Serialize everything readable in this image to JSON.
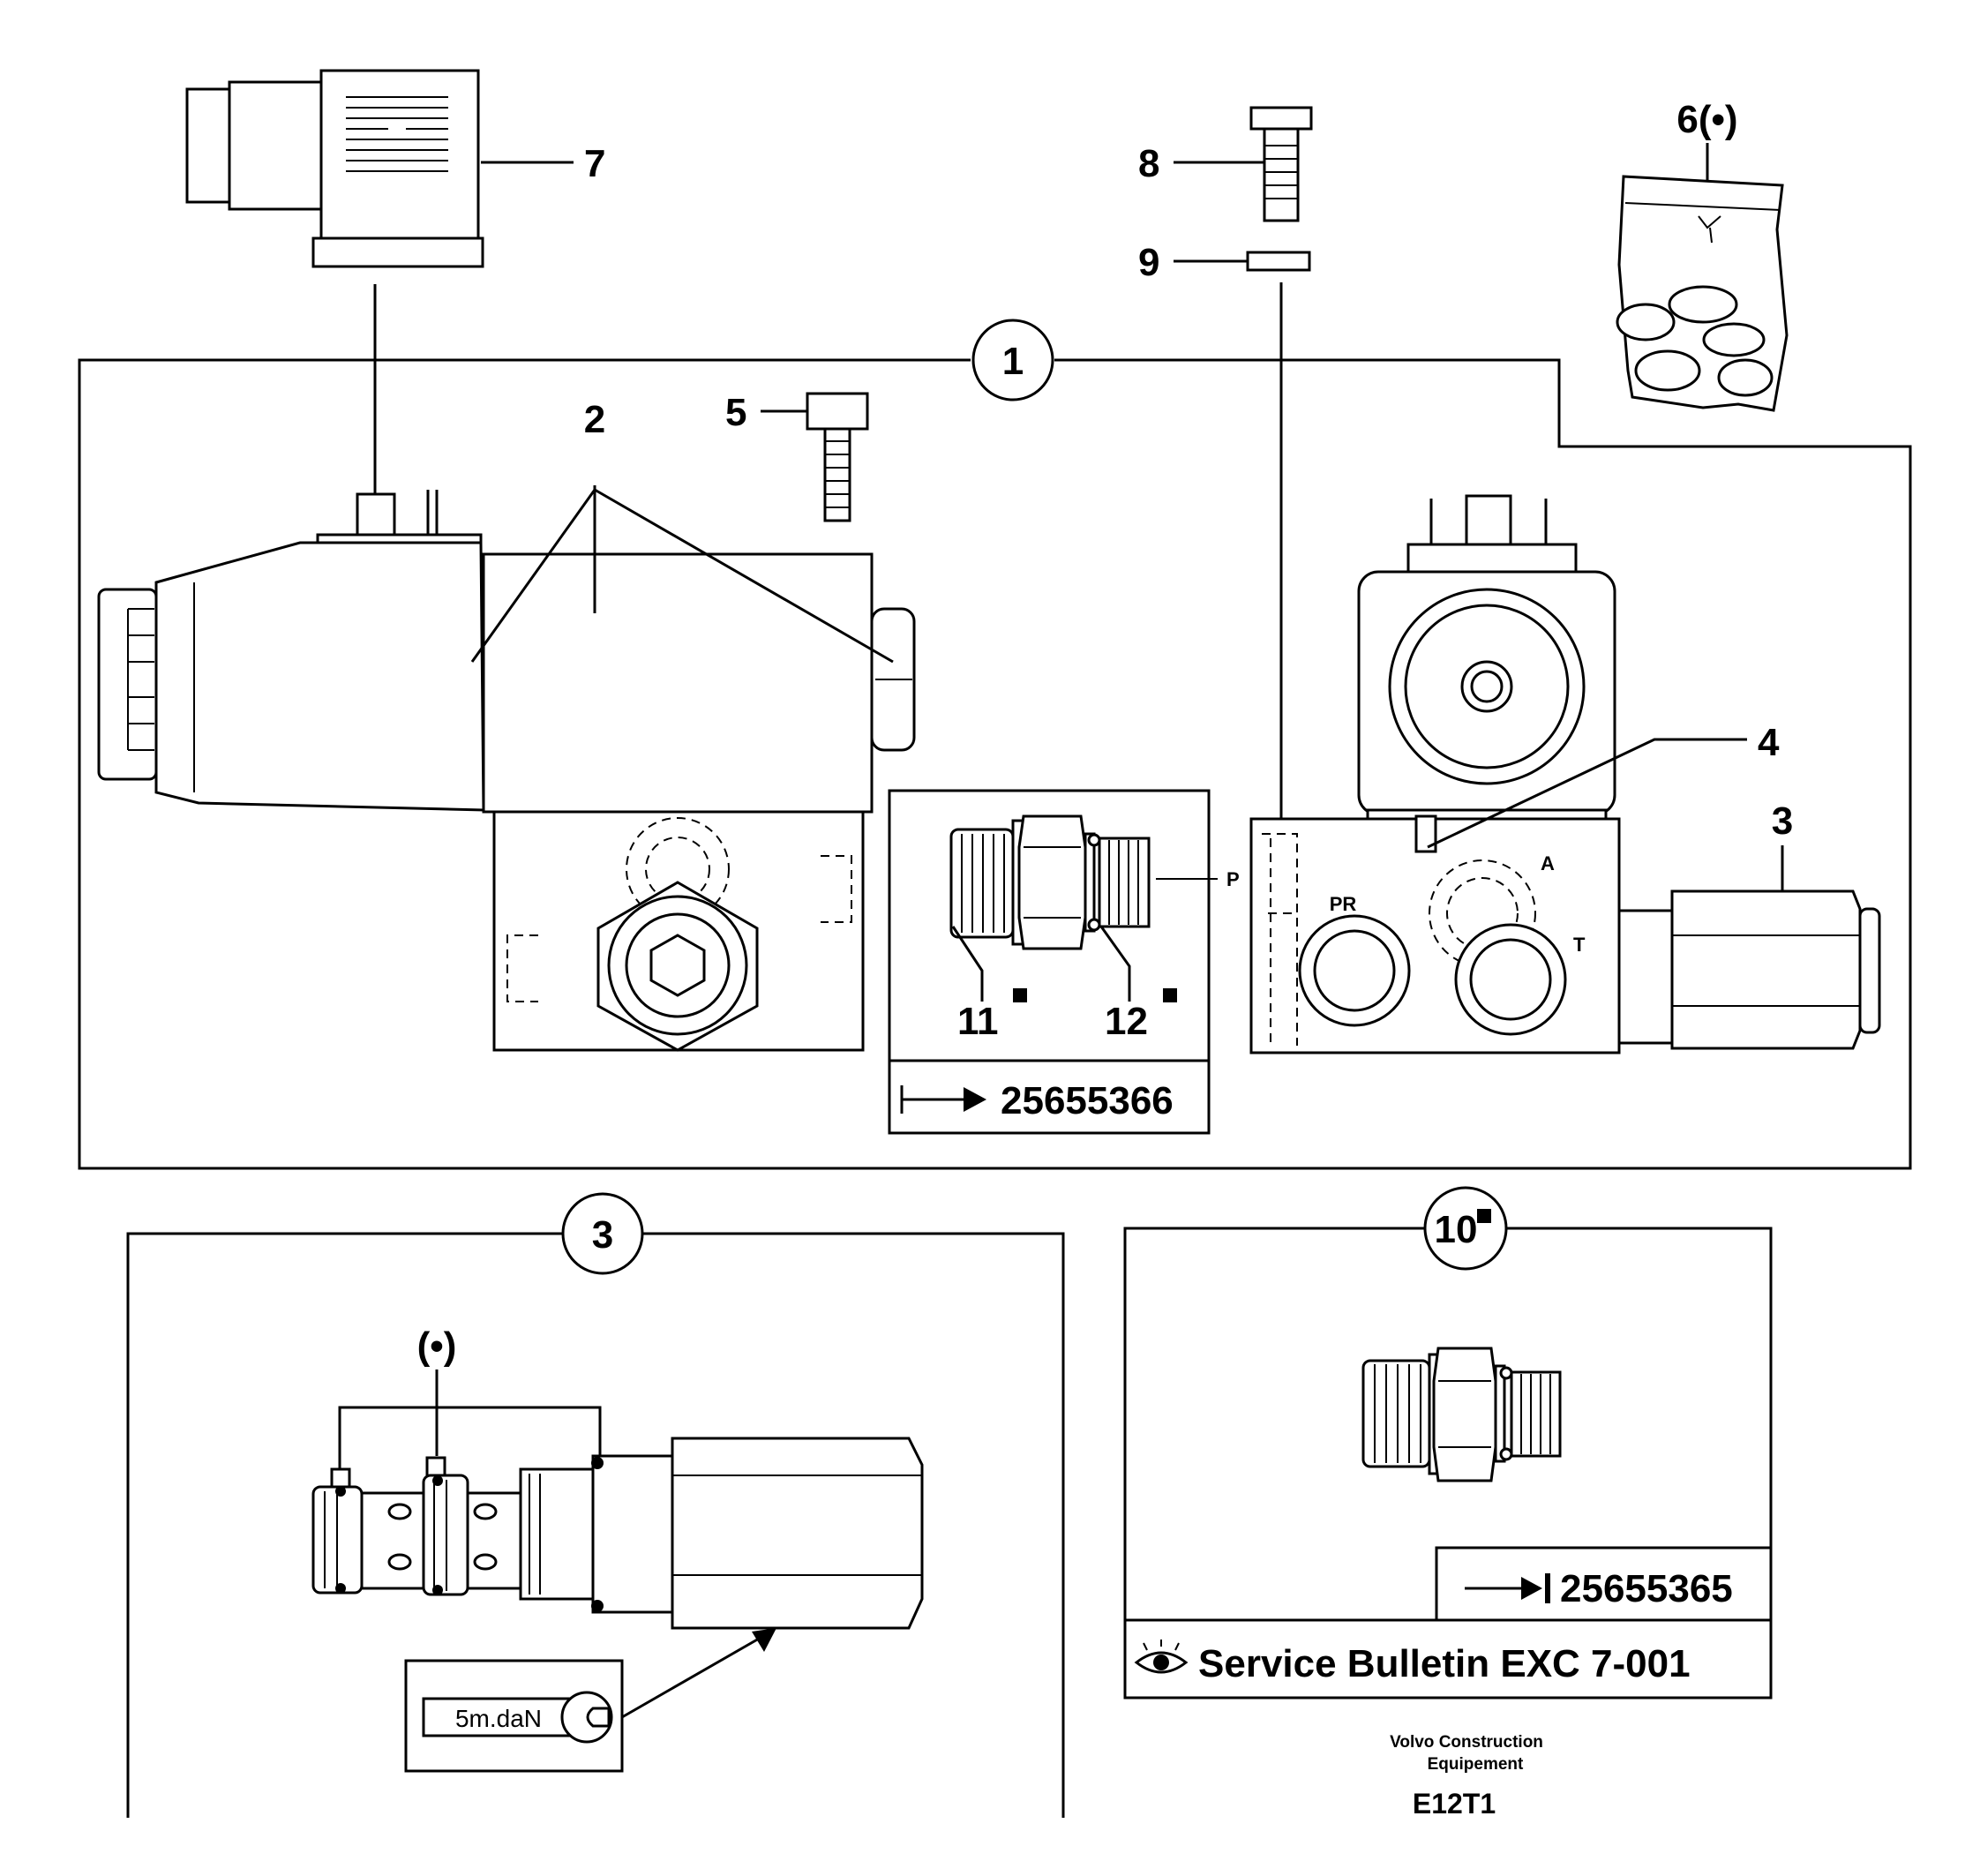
{
  "callouts": {
    "c1": "1",
    "c2": "2",
    "c3": "3",
    "c4": "4",
    "c5": "5",
    "c6": "6(•)",
    "c7": "7",
    "c8": "8",
    "c9": "9",
    "c11": "11",
    "c12": "12",
    "circle1": "1",
    "circle3": "3",
    "circle10": "10",
    "seal_marker": "(•)"
  },
  "port_labels": {
    "p": "P",
    "pr": "PR",
    "a": "A",
    "t": "T"
  },
  "torque": "5m.daN",
  "references": {
    "ref1": "25655366",
    "ref2": "25655365",
    "service_bulletin": "Service Bulletin EXC 7-001"
  },
  "footer": {
    "company_line1": "Volvo Construction",
    "company_line2": "Equipement",
    "code": "E12T1"
  },
  "icons": [
    "arrow-right-from-bar-icon",
    "arrow-right-to-bar-icon",
    "eye-icon",
    "wrench-icon",
    "square-marker-icon"
  ]
}
